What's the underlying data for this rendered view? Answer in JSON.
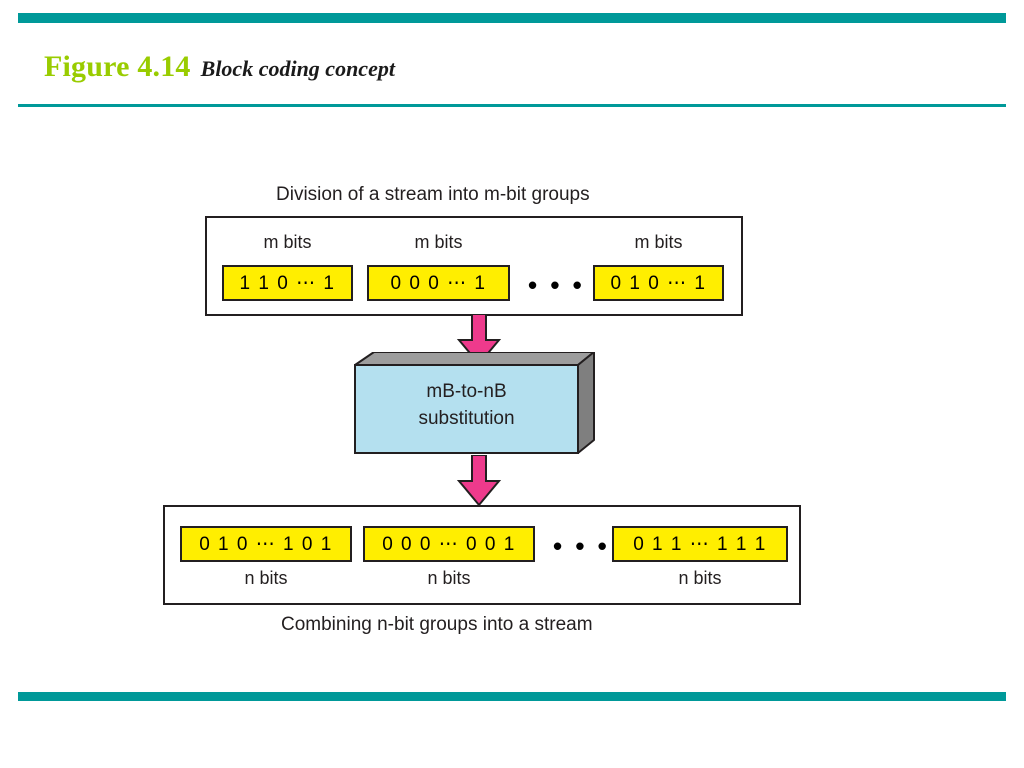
{
  "slide": {
    "figure_number": "Figure 4.14",
    "figure_caption": "Block coding concept",
    "accent_color": "#009999",
    "figure_number_color": "#99cc00"
  },
  "diagram": {
    "top_caption": "Division of a stream into m-bit groups",
    "bottom_caption": "Combining n-bit groups into a stream",
    "ellipsis": "• • •",
    "processor": {
      "line1": "mB-to-nB",
      "line2": "substitution",
      "face_color": "#b4e0ef",
      "side_color": "#8c8c8c"
    },
    "arrow_color": "#ee3a8c",
    "bitbox_color": "#ffee00",
    "top_groups": [
      {
        "label": "m bits",
        "bits": "1 1 0 ⋯ 1"
      },
      {
        "label": "m bits",
        "bits": "0 0 0 ⋯ 1"
      },
      {
        "label": "m bits",
        "bits": "0 1 0 ⋯ 1"
      }
    ],
    "bottom_groups": [
      {
        "label": "n bits",
        "bits": "0 1 0 ⋯ 1 0 1"
      },
      {
        "label": "n bits",
        "bits": "0 0 0 ⋯ 0 0 1"
      },
      {
        "label": "n bits",
        "bits": "0 1 1 ⋯ 1 1 1"
      }
    ]
  }
}
